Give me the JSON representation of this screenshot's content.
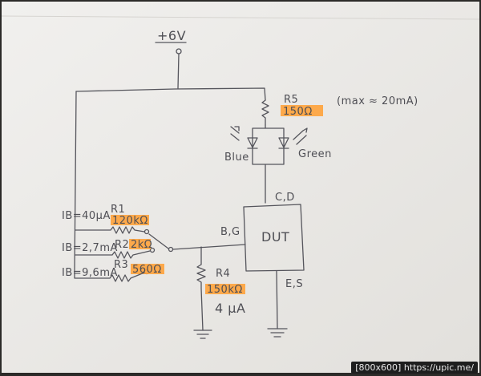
{
  "labels": {
    "supply": "+6V",
    "r5_name": "R5",
    "r5_value": "150Ω",
    "r5_note": "(max ≈ 20mA)",
    "led_blue": "Blue",
    "led_green": "Green",
    "cd": "C,D",
    "dut": "DUT",
    "bg": "B,G",
    "es": "E,S",
    "r1_current": "IB=40μA",
    "r1_name": "R1",
    "r1_value": "120kΩ",
    "r2_current": "IB=2,7mA",
    "r2_name": "R2",
    "r2_value": "2kΩ",
    "r3_current": "IB=9,6mA",
    "r3_name": "R3",
    "r3_value": "560Ω",
    "r4_name": "R4",
    "r4_value": "150kΩ",
    "r4_current": "4 μA"
  },
  "watermark": "[800x600] https://upic.me/",
  "colors": {
    "paper": "#ecebe8",
    "ink": "#55555c",
    "highlight": "#ffa23a"
  }
}
